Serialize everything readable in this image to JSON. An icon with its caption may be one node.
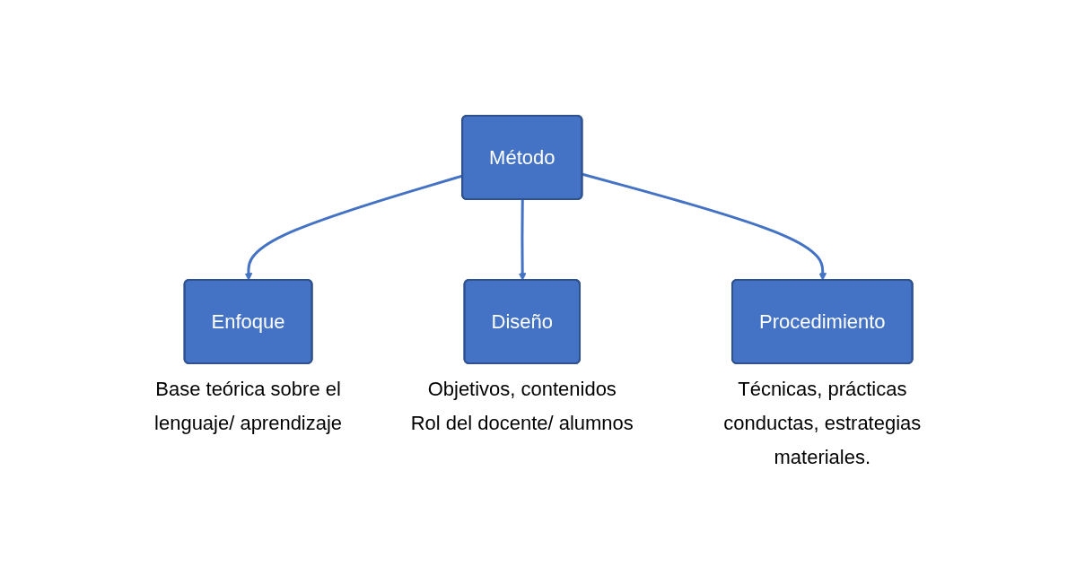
{
  "diagram": {
    "nodes": [
      {
        "text": [
          "Método"
        ]
      },
      {
        "text": [
          "Enfoque"
        ],
        "beside": [
          "Base teórica sobre el lenguaje/ aprendizaje"
        ]
      },
      {
        "text": [
          "Diseño"
        ],
        "beside": [
          "Objetivos, contenidos Rol del docente/ alumnos"
        ]
      },
      {
        "text": [
          "Procedimiento"
        ],
        "beside": [
          "Técnicas, prácticas conductas, estrategias materiales."
        ]
      }
    ],
    "edges": [
      {
        "from": 0,
        "to": 1,
        "arrow": "to"
      },
      {
        "from": 0,
        "to": 2,
        "arrow": "to"
      },
      {
        "from": 0,
        "to": 3,
        "arrow": "to"
      }
    ]
  }
}
